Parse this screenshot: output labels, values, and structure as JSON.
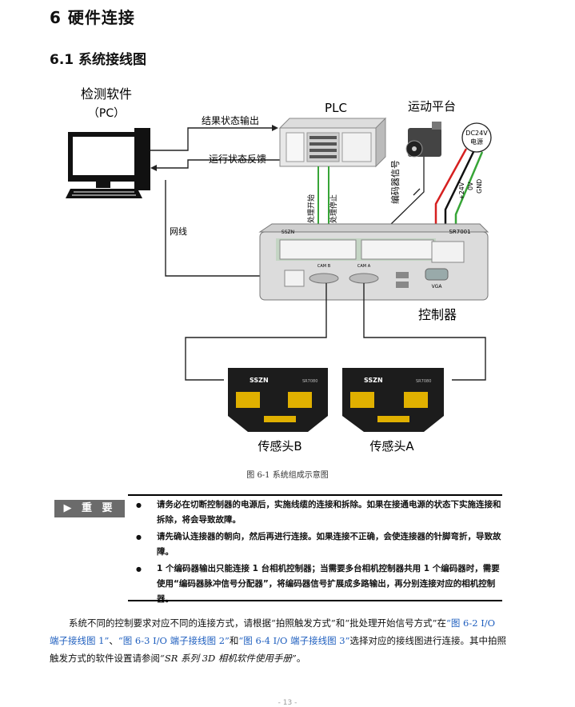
{
  "heading1": "6  硬件连接",
  "heading2": "6.1 系统接线图",
  "diagram": {
    "pc_label_1": "检测软件",
    "pc_label_2": "（PC）",
    "plc_label": "PLC",
    "platform_label": "运动平台",
    "power_label_1": "DC24V",
    "power_label_2": "电源",
    "result_output": "结果状态输出",
    "run_feedback": "运行状态反馈",
    "network": "网线",
    "batch_start": "批处理开始",
    "batch_stop": "批处理停止",
    "encoder_signal": "编码器信号",
    "v24": "+24V",
    "v0": "0V",
    "gnd": "GND",
    "controller_model": "SR7001",
    "controller_brand": "SSZN",
    "vga": "VGA",
    "card_b": "CAM B",
    "card_a": "CAM A",
    "controller_label": "控制器",
    "sensor_brand": "SSZN",
    "sensor_model_b": "SR7080",
    "sensor_model_a": "SR7080",
    "sensor_b_label": "传感头B",
    "sensor_a_label": "传感头A"
  },
  "caption": "图 6-1  系统组成示意图",
  "notice": {
    "tag": "▶ 重 要",
    "items": [
      "请务必在切断控制器的电源后，实施线缆的连接和拆除。如果在接通电源的状态下实施连接和拆除，将会导致故障。",
      "请先确认连接器的朝向，然后再进行连接。如果连接不正确，会使连接器的针脚弯折，导致故障。",
      "1 个编码器输出只能连接 1 台相机控制器；当需要多台相机控制器共用 1 个编码器时，需要使用“编码器脉冲信号分配器”，将编码器信号扩展成多路输出，再分别连接对应的相机控制器。"
    ]
  },
  "paragraph": {
    "part1": "系统不同的控制要求对应不同的连接方式，请根据“拍照触发方式”和“批处理开始信号方式”在",
    "link1": "“图 6-2 I/O 端子接线图 1”",
    "sep1": "、",
    "link2": "“图 6-3 I/O 端子接线图 2”",
    "sep2": "和",
    "link3": "“图 6-4 I/O 端子接线图 3”",
    "part2": "选择对应的接线图进行连接。其中拍照触发方式的软件设置请参阅",
    "ref": "“SR 系列 3D 相机软件使用手册”",
    "part3": "。"
  },
  "footer": "- 13 -",
  "colors": {
    "link": "#1f5fbf",
    "wire_red": "#d62020",
    "wire_green": "#37a537",
    "wire_black": "#111111",
    "tag_bg": "#6b6b6b"
  }
}
